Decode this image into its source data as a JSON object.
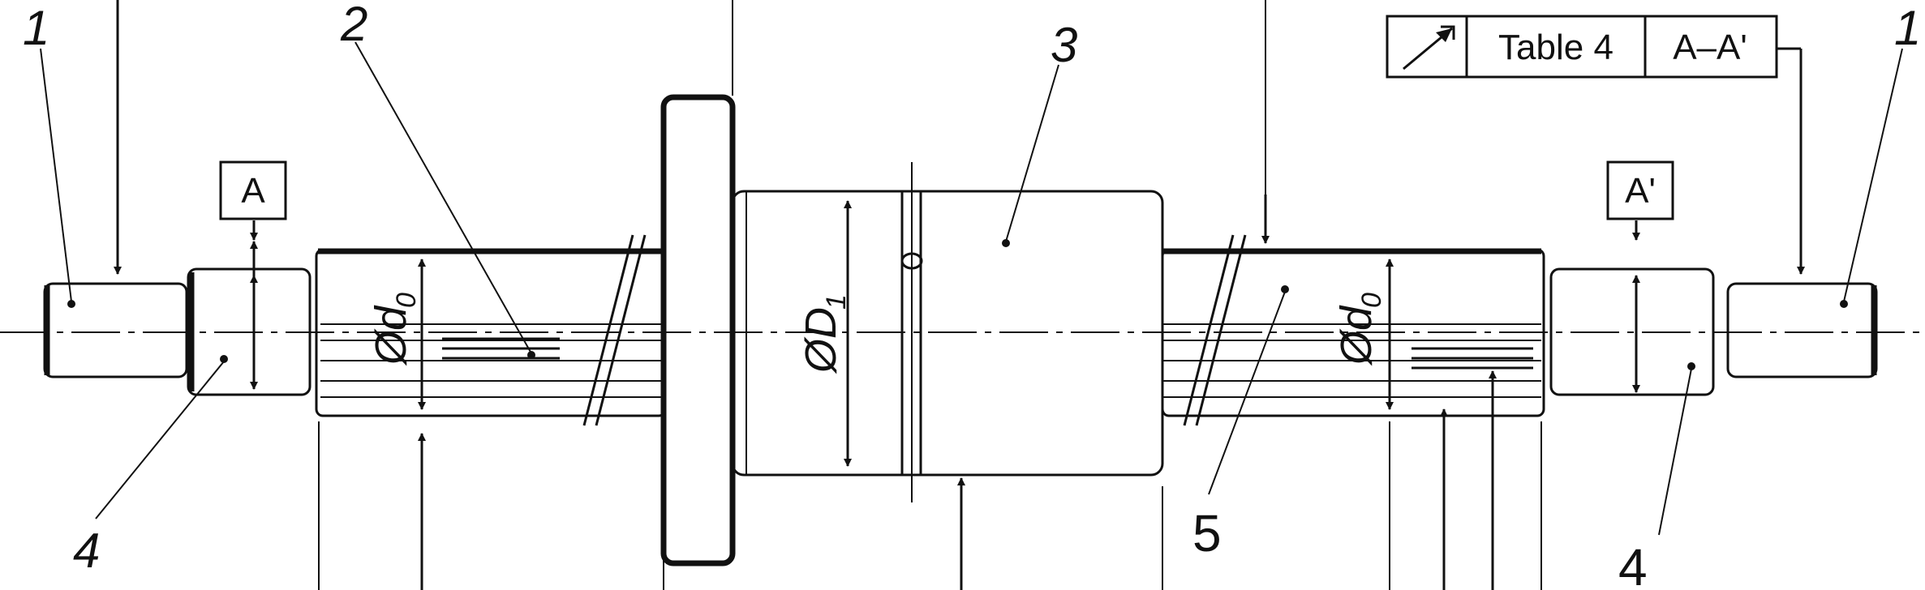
{
  "part_labels": {
    "left_end": "1",
    "right_end": "1",
    "screw_thread": "2",
    "nut": "3",
    "left_bearing": "4",
    "right_bearing": "4",
    "right_shaft": "5"
  },
  "reference_boxes": {
    "left": "A",
    "right": "A'"
  },
  "tolerance_frame": {
    "symbol": "runout-arrow-icon",
    "table": "Table 4",
    "datum": "A–A'"
  },
  "dimensions": {
    "left_diameter": {
      "symbol": "Ød",
      "sub": "0"
    },
    "nut_diameter": {
      "symbol": "ØD",
      "sub": "1"
    },
    "right_diameter": {
      "symbol": "Ød",
      "sub": "0"
    }
  }
}
